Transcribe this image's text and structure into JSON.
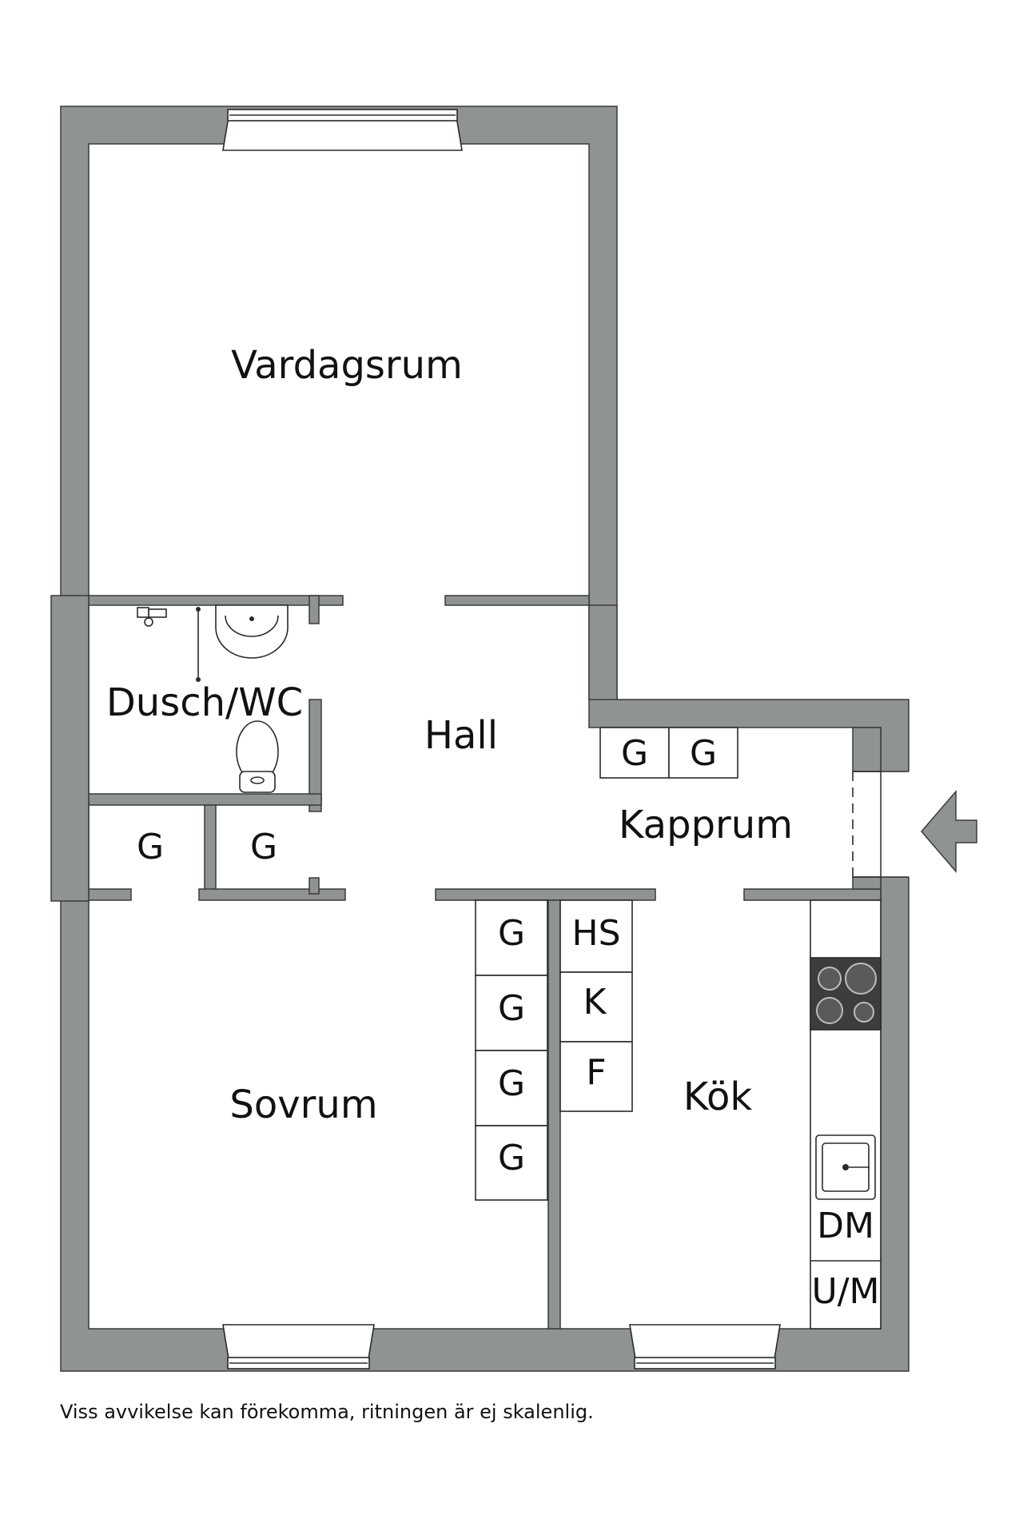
{
  "rooms": {
    "vardagsrum": "Vardagsrum",
    "dusch_wc": "Dusch/WC",
    "hall": "Hall",
    "kapprum": "Kapprum",
    "sovrum": "Sovrum",
    "kok": "Kök"
  },
  "fixtures": {
    "garderob_1": "G",
    "garderob_2": "G",
    "garderob_3": "G",
    "garderob_4": "G",
    "garderob_5": "G",
    "garderob_6": "G",
    "garderob_7": "G",
    "garderob_8": "G",
    "hogskap": "HS",
    "kyl": "K",
    "frys": "F",
    "diskmaskin": "DM",
    "ugn_mikro": "U/M"
  },
  "disclaimer": "Viss avvikelse kan förekomma, ritningen är ej skalenlig.",
  "colors": {
    "wall": "#909393",
    "line": "#2a2a2a",
    "background": "#ffffff"
  }
}
